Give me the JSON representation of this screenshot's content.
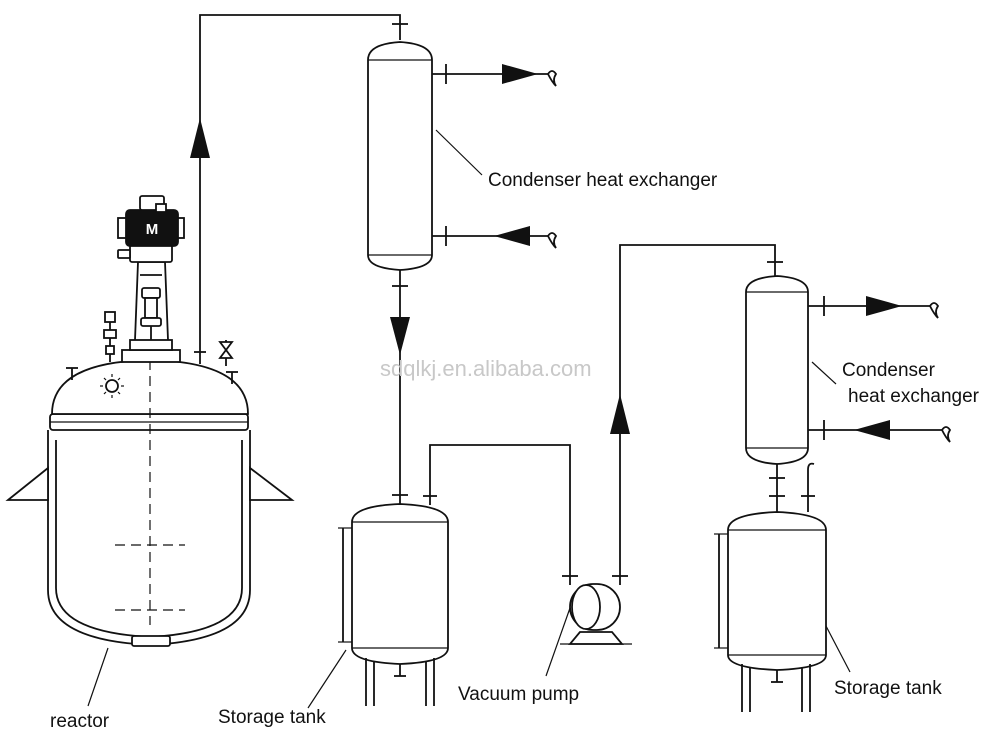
{
  "labels": {
    "condenser_1": "Condenser heat exchanger",
    "condenser_2_line1": "Condenser",
    "condenser_2_line2": "heat exchanger",
    "vacuum_pump": "Vacuum pump",
    "storage_tank_1": "Storage tank",
    "storage_tank_2": "Storage tank",
    "reactor": "reactor",
    "motor": "M"
  },
  "watermark": "sdqlkj.en.alibaba.com"
}
